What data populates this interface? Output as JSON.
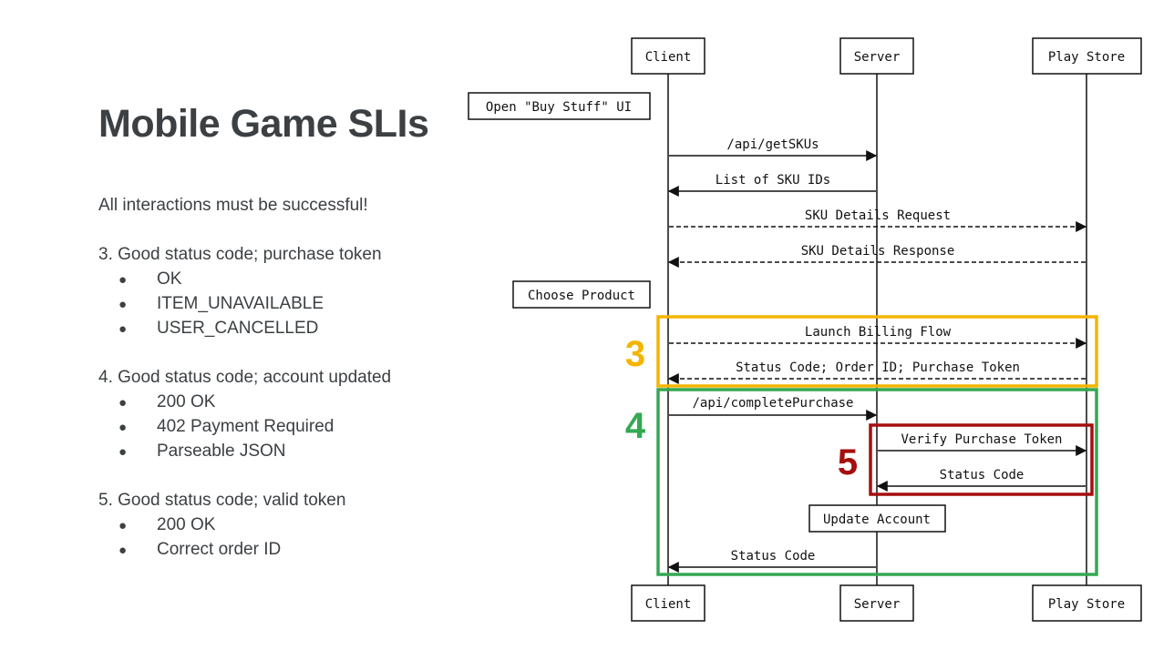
{
  "title": "Mobile Game SLIs",
  "intro": "All interactions must be successful!",
  "sections": [
    {
      "heading": "3. Good status code; purchase token",
      "bullets": [
        "OK",
        "ITEM_UNAVAILABLE",
        "USER_CANCELLED"
      ]
    },
    {
      "heading": "4. Good status code; account updated",
      "bullets": [
        "200 OK",
        "402 Payment Required",
        "Parseable JSON"
      ]
    },
    {
      "heading": "5. Good status code; valid token",
      "bullets": [
        "200 OK",
        "Correct order ID"
      ]
    }
  ],
  "bullet_glyph": "●",
  "diagram": {
    "participants": [
      "Client",
      "Server",
      "Play Store"
    ],
    "notes": [
      "Open \"Buy Stuff\" UI",
      "Choose Product",
      "Update Account"
    ],
    "messages": [
      "/api/getSKUs",
      "List of SKU IDs",
      "SKU Details Request",
      "SKU Details Response",
      "Launch Billing Flow",
      "Status Code; Order ID; Purchase Token",
      "/api/completePurchase",
      "Verify Purchase Token",
      "Status Code",
      "Status Code"
    ],
    "groups": [
      {
        "label": "3",
        "color": "#f4b400"
      },
      {
        "label": "4",
        "color": "#34a853"
      },
      {
        "label": "5",
        "color": "#a50e0e"
      }
    ]
  }
}
